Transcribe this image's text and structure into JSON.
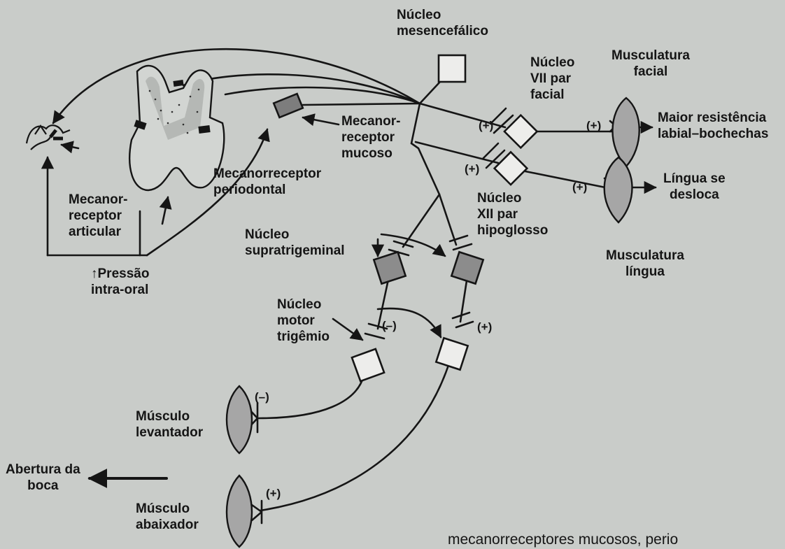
{
  "labels": {
    "nucleo_mesencefalico": [
      "Núcleo",
      "mesencefálico"
    ],
    "nucleo_vii": [
      "Núcleo",
      "VII par",
      "facial"
    ],
    "musculatura_facial": [
      "Musculatura",
      "facial"
    ],
    "maior_resistencia": [
      "Maior resistência",
      "labial–bochechas"
    ],
    "mecanorreceptor_mucoso": [
      "Mecanor-",
      "receptor",
      "mucoso"
    ],
    "lingua_se_desloca": [
      "Língua se",
      "desloca"
    ],
    "nucleo_xii": [
      "Núcleo",
      "XII par",
      "hipoglosso"
    ],
    "mecanorreceptor_periodontal": [
      "Mecanorreceptor",
      "periodontal"
    ],
    "mecanorreceptor_articular": [
      "Mecanor-",
      "receptor",
      "articular"
    ],
    "nucleo_supratrigeminal": [
      "Núcleo",
      "supratrigeminal"
    ],
    "musculatura_lingua": [
      "Musculatura",
      "língua"
    ],
    "pressao_intraoral": [
      "↑Pressão",
      "intra-oral"
    ],
    "nucleo_motor_trigemio": [
      "Núcleo",
      "motor",
      "trigêmio"
    ],
    "musculo_levantador": [
      "Músculo",
      "levantador"
    ],
    "abertura_da_boca": [
      "Abertura da",
      "boca"
    ],
    "musculo_abaixador": [
      "Músculo",
      "abaixador"
    ]
  },
  "signs": {
    "facial_in": "(+)",
    "facial_out": "(+)",
    "hypo_in": "(+)",
    "hypo_out": "(+)",
    "trig_inhib": "(–)",
    "trig_excit": "(+)",
    "levantador": "(–)",
    "abaixador": "(+)"
  },
  "background_text": {
    "bottom_line": "mecanorreceptores mucosos, perio"
  },
  "colors": {
    "page": "#c9ccc9",
    "ink": "#151515",
    "gray_fill": "#8c8c8c",
    "muscle_fill": "#a6a6a6"
  }
}
